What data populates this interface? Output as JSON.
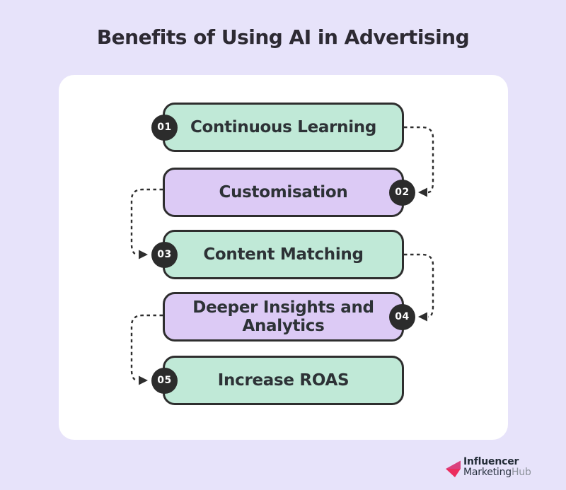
{
  "title": "Benefits of Using AI in Advertising",
  "steps": [
    {
      "number": "01",
      "label": "Continuous Learning",
      "variant": "green",
      "badge_side": "left"
    },
    {
      "number": "02",
      "label": "Customisation",
      "variant": "purple",
      "badge_side": "right"
    },
    {
      "number": "03",
      "label": "Content Matching",
      "variant": "green",
      "badge_side": "left"
    },
    {
      "number": "04",
      "label": "Deeper Insights and Analytics",
      "variant": "purple",
      "badge_side": "right"
    },
    {
      "number": "05",
      "label": "Increase ROAS",
      "variant": "green",
      "badge_side": "left"
    }
  ],
  "logo": {
    "line1": "Influencer",
    "line2_dark": "Marketing",
    "line2_gray": "Hub"
  },
  "colors": {
    "page_background": "#e7e3fa",
    "card_background": "#ffffff",
    "box_green": "#c0e9d7",
    "box_purple": "#dccaf5",
    "ink": "#2e2e2e",
    "logo_pink_top": "#da407d",
    "logo_pink_bottom": "#ec2d5e"
  }
}
